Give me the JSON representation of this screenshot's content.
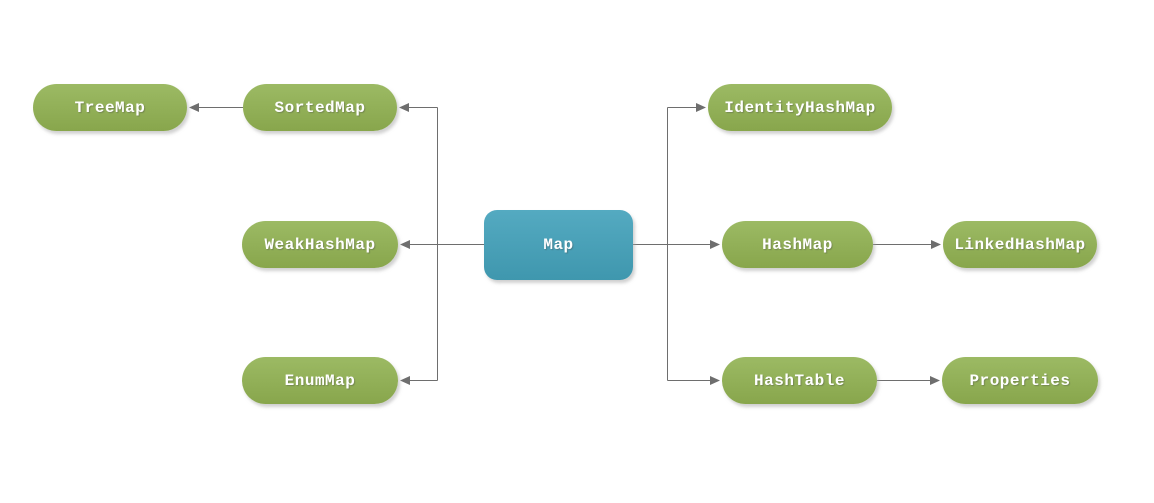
{
  "styles": {
    "background": "#ffffff",
    "green_top": "#9cba64",
    "green_bottom": "#88a64c",
    "blue_top": "#54aac1",
    "blue_bottom": "#3f97ae",
    "line_color": "#6e6e6e",
    "text_color": "#ffffff"
  },
  "nodes": {
    "map": {
      "label": "Map",
      "color": "blue"
    },
    "treemap": {
      "label": "TreeMap",
      "color": "green"
    },
    "sortedmap": {
      "label": "SortedMap",
      "color": "green"
    },
    "identityhashmap": {
      "label": "IdentityHashMap",
      "color": "green"
    },
    "weakhashmap": {
      "label": "WeakHashMap",
      "color": "green"
    },
    "hashmap": {
      "label": "HashMap",
      "color": "green"
    },
    "linkedhashmap": {
      "label": "LinkedHashMap",
      "color": "green"
    },
    "enummap": {
      "label": "EnumMap",
      "color": "green"
    },
    "hashtable": {
      "label": "HashTable",
      "color": "green"
    },
    "properties": {
      "label": "Properties",
      "color": "green"
    }
  },
  "edges": [
    {
      "from": "Map",
      "to": "SortedMap"
    },
    {
      "from": "Map",
      "to": "WeakHashMap"
    },
    {
      "from": "Map",
      "to": "EnumMap"
    },
    {
      "from": "Map",
      "to": "IdentityHashMap"
    },
    {
      "from": "Map",
      "to": "HashMap"
    },
    {
      "from": "Map",
      "to": "HashTable"
    },
    {
      "from": "SortedMap",
      "to": "TreeMap"
    },
    {
      "from": "HashMap",
      "to": "LinkedHashMap"
    },
    {
      "from": "HashTable",
      "to": "Properties"
    }
  ]
}
